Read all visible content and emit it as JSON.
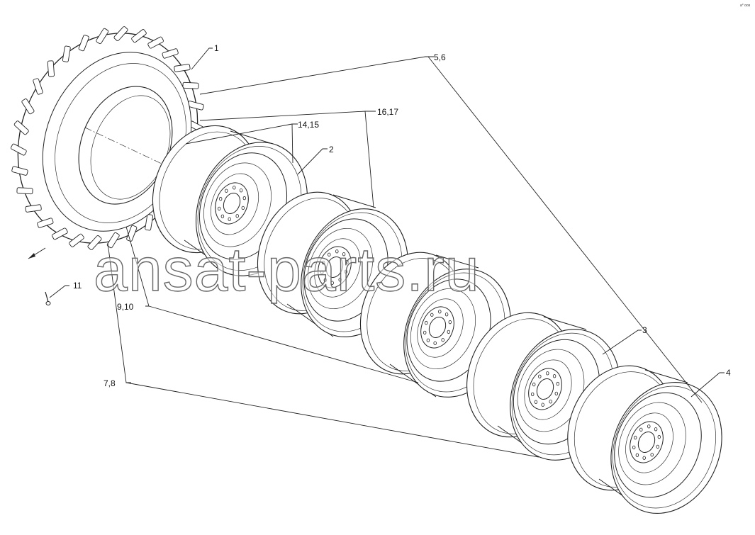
{
  "diagram": {
    "callouts": {
      "c1": "1",
      "c2": "2",
      "c3": "3",
      "c4": "4",
      "c56": "5,6",
      "c78": "7,8",
      "c910": "9,10",
      "c11": "11",
      "c1415": "14,15",
      "c1617": "16,17"
    },
    "watermark": "ansat-parts.ru",
    "corner_mark": "a° oos",
    "colors": {
      "line": "#222222",
      "background": "#ffffff"
    }
  }
}
